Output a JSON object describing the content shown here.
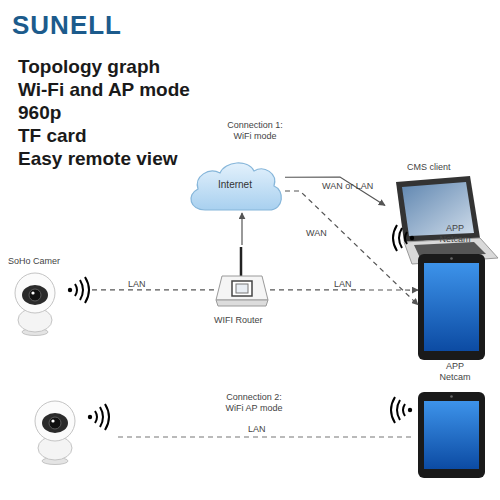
{
  "diagram": {
    "title": "Topology graph",
    "nodes": [
      {
        "text": [
          "Internet"
        ]
      },
      {
        "text": [
          "CMS client"
        ]
      },
      {
        "text": [
          "APP Netcam"
        ]
      },
      {
        "text": [
          "SoHo Camer"
        ]
      },
      {
        "text": [
          "WIFI Router"
        ]
      },
      {
        "text": [
          "APP Netcam"
        ]
      }
    ],
    "edges": [
      {
        "from": 4,
        "to": 0,
        "arrow": "to"
      },
      {
        "from": 0,
        "to": 1,
        "label": "WAN or LAN",
        "arrow": "to"
      },
      {
        "from": 0,
        "to": 2,
        "label": "WAN",
        "arrow": "to"
      },
      {
        "from": 3,
        "to": 4,
        "label": "LAN",
        "arrow": "none"
      },
      {
        "from": 4,
        "to": 2,
        "label": "LAN",
        "arrow": "to"
      }
    ],
    "labels": [
      "SUNELL",
      "Wi-Fi and AP mode",
      "960p",
      "TF card",
      "Easy remote view",
      "Connection 1: WiFi mode",
      "Connection 2: WiFi AP mode",
      "LAN"
    ]
  }
}
